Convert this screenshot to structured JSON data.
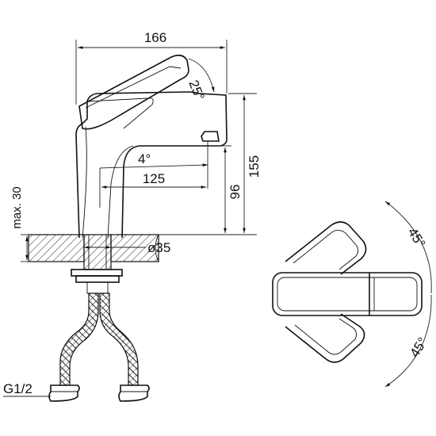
{
  "dimensions": {
    "width_total": "166",
    "lever_angle": "25°",
    "height_total": "155",
    "spout_tilt": "4°",
    "spout_reach": "125",
    "spout_height": "96",
    "max_deck": "max. 30",
    "hole_diameter": "ø35",
    "thread": "G1/2",
    "rotation_back": "45°",
    "rotation_front": "45°"
  }
}
